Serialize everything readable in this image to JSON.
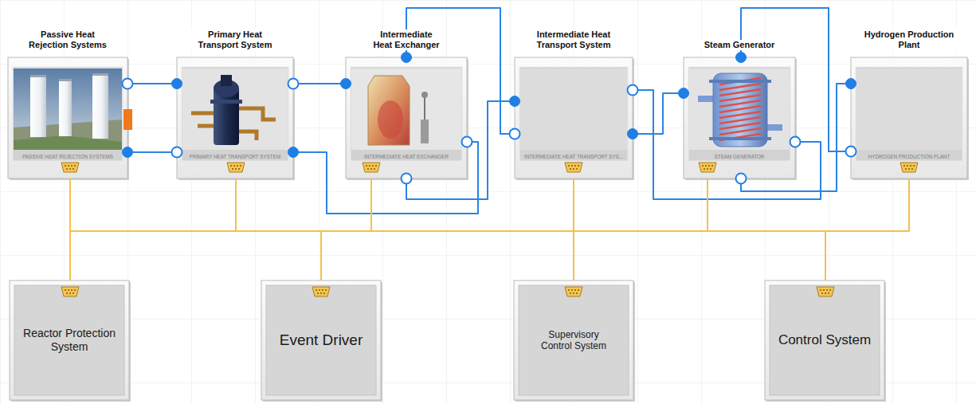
{
  "diagram": {
    "nodes": [
      {
        "text": [
          "Passive Heat Rejection Systems",
          "PASSIVE HEAT REJECTION SYSTEMS"
        ]
      },
      {
        "text": [
          "Primary Heat Transport System",
          "PRIMARY HEAT TRANSPORT SYSTEM"
        ]
      },
      {
        "text": [
          "Intermediate Heat Exchanger",
          "INTERMEDIATE HEAT EXCHANGER"
        ]
      },
      {
        "text": [
          "Intermediate Heat Transport System",
          "INTERMEDIATE HEAT TRANSPORT SYS..."
        ]
      },
      {
        "text": [
          "Steam Generator",
          "STEAM GENERATOR"
        ]
      },
      {
        "text": [
          "Hydrogen Production Plant",
          "HYDROGEN PRODUCTION PLANT"
        ]
      },
      {
        "text": [
          "Reactor Protection System"
        ]
      },
      {
        "text": [
          "Event Driver"
        ]
      },
      {
        "text": [
          "Supervisory Control System"
        ]
      },
      {
        "text": [
          "Control System"
        ]
      }
    ],
    "edges": [
      {
        "from": 0,
        "to": 1,
        "arrow": "none"
      },
      {
        "from": 0,
        "to": 1,
        "arrow": "none"
      },
      {
        "from": 1,
        "to": 2,
        "arrow": "none"
      },
      {
        "from": 1,
        "to": 2,
        "arrow": "none"
      },
      {
        "from": 2,
        "to": 3,
        "arrow": "none"
      },
      {
        "from": 2,
        "to": 3,
        "arrow": "none"
      },
      {
        "from": 3,
        "to": 4,
        "arrow": "none"
      },
      {
        "from": 3,
        "to": 4,
        "arrow": "none"
      },
      {
        "from": 4,
        "to": 5,
        "arrow": "none"
      },
      {
        "from": 4,
        "to": 5,
        "arrow": "none"
      },
      {
        "from": 6,
        "to": 0,
        "arrow": "none"
      },
      {
        "from": 6,
        "to": 1,
        "arrow": "none"
      },
      {
        "from": 6,
        "to": 2,
        "arrow": "none"
      },
      {
        "from": 6,
        "to": 3,
        "arrow": "none"
      },
      {
        "from": 6,
        "to": 4,
        "arrow": "none"
      },
      {
        "from": 6,
        "to": 5,
        "arrow": "none"
      },
      {
        "from": 7,
        "to": 0,
        "arrow": "none"
      },
      {
        "from": 7,
        "to": 1,
        "arrow": "none"
      },
      {
        "from": 7,
        "to": 2,
        "arrow": "none"
      },
      {
        "from": 7,
        "to": 3,
        "arrow": "none"
      },
      {
        "from": 7,
        "to": 4,
        "arrow": "none"
      },
      {
        "from": 7,
        "to": 5,
        "arrow": "none"
      },
      {
        "from": 8,
        "to": 0,
        "arrow": "none"
      },
      {
        "from": 8,
        "to": 1,
        "arrow": "none"
      },
      {
        "from": 8,
        "to": 2,
        "arrow": "none"
      },
      {
        "from": 8,
        "to": 3,
        "arrow": "none"
      },
      {
        "from": 8,
        "to": 4,
        "arrow": "none"
      },
      {
        "from": 8,
        "to": 5,
        "arrow": "none"
      },
      {
        "from": 9,
        "to": 0,
        "arrow": "none"
      },
      {
        "from": 9,
        "to": 1,
        "arrow": "none"
      },
      {
        "from": 9,
        "to": 2,
        "arrow": "none"
      },
      {
        "from": 9,
        "to": 3,
        "arrow": "none"
      },
      {
        "from": 9,
        "to": 4,
        "arrow": "none"
      },
      {
        "from": 9,
        "to": 5,
        "arrow": "none"
      }
    ]
  }
}
